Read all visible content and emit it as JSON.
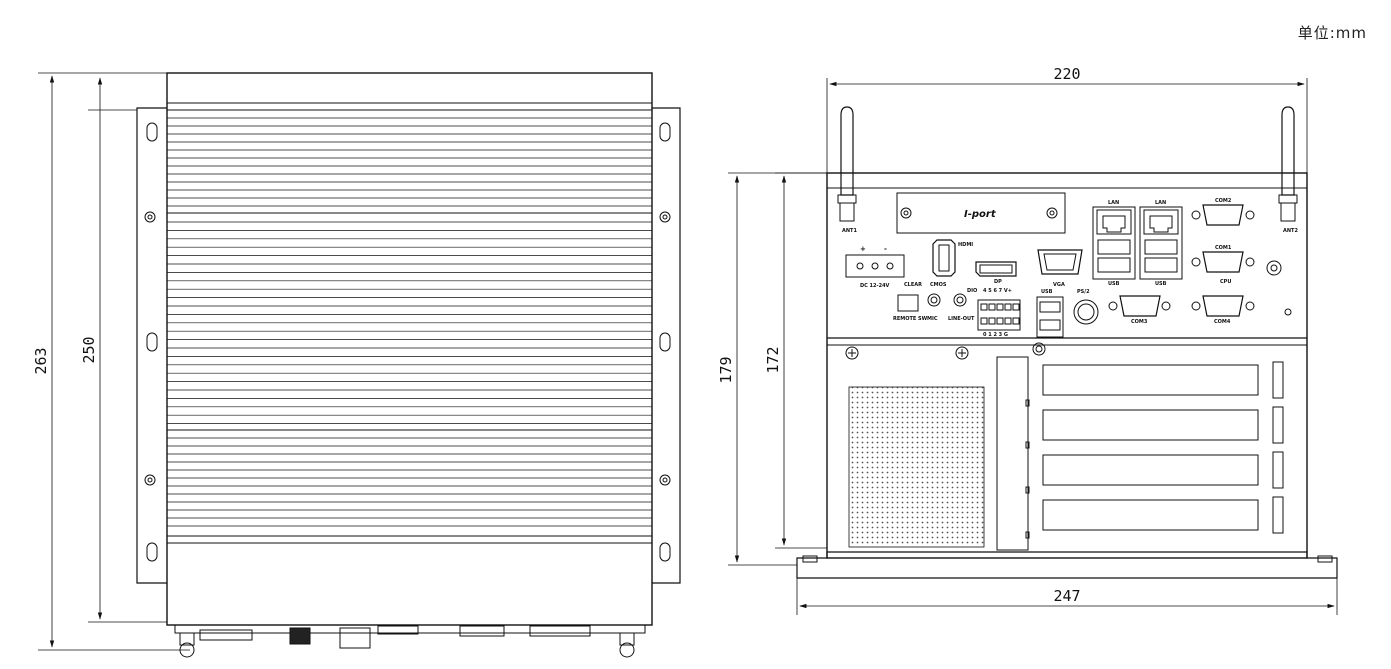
{
  "unit_label": "单位:mm",
  "dimensions": {
    "top_width": "220",
    "bottom_width": "247",
    "left_outer_height": "263",
    "left_inner_height": "250",
    "right_outer_height": "179",
    "right_inner_height": "172"
  },
  "port_labels": {
    "ant1": "ANT1",
    "ant2": "ANT2",
    "iport": "I-port",
    "hdmi": "HDMI",
    "dp": "DP",
    "vga": "VGA",
    "lan1": "LAN",
    "lan2": "LAN",
    "usb1": "USB",
    "usb2": "USB",
    "usb3": "USB",
    "com1": "COM1",
    "com2": "COM2",
    "com3": "COM3",
    "com4": "COM4",
    "ps2": "PS/2",
    "dc": "DC 12-24V",
    "plus": "+",
    "minus": "-",
    "clear": "CLEAR",
    "cmos": "CMOS",
    "remote_sw": "REMOTE SW",
    "mic": "MIC",
    "line_out": "LINE-OUT",
    "dio": "DIO",
    "dio_top": "4 5 6 7 V+",
    "dio_bottom": "0 1 2 3 G",
    "cpu": "CPU"
  },
  "colors": {
    "line": "#111111",
    "mesh": "#555555"
  }
}
